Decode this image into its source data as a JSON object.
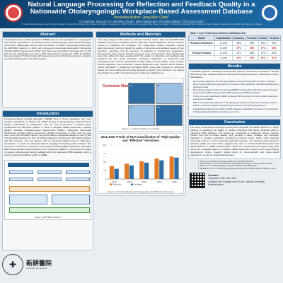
{
  "header": {
    "title_line1": "Natural Language Processing for Reflection and Feedback Quality in a",
    "title_line2": "Nationwide Otolaryngologic Workplace-Based Assessment Database",
    "presenter": "Presenter Author: Jeng-Wen Chen*",
    "coauthors": "Co-Authors: Hai-Lun Tu¹, Ke-Hsin Chuan¹, Wei-Chung Hsu², Po-Chun Wang², Chi-Chao Chao³",
    "affiliations": "1. Taiwan Otolaryngology Head and Neck Surgery, Cardinal Tien Hospital, New Taipei City, Taiwan 2. Department of ENT, Cardinal Tien Hospital, New Taipei City, Taiwan 3. Professor at National Yunlin University, Taipei, Taiwan 4. Department of Health, New Taipei City, Taiwan"
  },
  "abstract": {
    "title": "Abstract",
    "text": "Competency-based medical education (CBME) aims to train specialists in a way aligned with societal expectations. The Taiwan Society of Otolaryngology Head and Neck Surgery (TSO-HNS), collaborating with the Joint Commission of Taiwan, successfully implemented the EMYWAP platform in 2021 and commenced nationwide Entrustable Professional Activities (EPAs) assessment in 2022. Over three years the platform amassed over 37,000 EPA records. Specifically, from July 1, 2021 (pilot phase) to August 31, 2025, the platform has accumulated 37,333 formative EPA assessments from 33 training programs, involving over 410 clinical teachers and 292 residents."
  },
  "introduction": {
    "title": "Introduction",
    "text": "Competency-Based Medical Education (CBME) aims to foster specialists who meet societal expectations. In Taiwan, the Taiwan Society of Otolaryngology Head and Neck Surgery (TSO-HNS), in collaboration with the Joint Commission of Taiwan (JCT), implemented the EMYWAP platform in 2021 to integrate CBME frameworks, enabling digitally traceable workplace-based assessments (WBAs). Nationwide Entrustable Professional Activities (EPAs) assessment officially commenced in 2022. Over the past three years, the EMYWAP platform has accumulated a substantial dataset of over 37,000 formative EPA assessments from 33 training programs, involving over 410 clinical teachers and 292 residents. This rich dataset, with its structured digital format for EPA-based interactions, is crucial for advanced Natural Language Processing (NLP) analysis. This study aims to assess the accuracy of NLP platform featuring BERT algorithms, specifically Bidirectional Encoder Representations from Transformers (BERT), in assessing the quality of resident reflections and faculty feedback within the nationwide WBA database, which is vital for enhancing feedback quality in CBME.",
    "figure_caption": "Figure 1. EMYWAP platform"
  },
  "logos": {
    "institution_glyph": "✚",
    "institution_name": "新耕醫院",
    "institution_sub": "Cardinal Tien Hospital"
  },
  "methods": {
    "title": "Methods and Materials",
    "text": "This study analyzed 300 randomly selected narrative entries from the EMYWAP EPA database, focusing on workplace context, EPA titles, clinical diagnoses, and the narrative content of reflections and feedback. Two independent medical education experts performed expert coding to classify the quality of reflections and feedback based on their relevance, specificity, and the presence of reflection or improvement suggestions. Discrepancies were resolved through consensus or by a third reviewer. The selected data were then utilized for deep learning NLP. The quality of reflections and feedback was classified into four levels (reflective, 'mediocre,' 'ineffective,' or 'irrelevant') and subsequently into a binary classification of 'high quality' and 'low quality'. Three machine learning algorithms were compared: Logistic Regression (LR), Support Vector Machine (SVM), and BERT. A multilingual pre-trained BERT model was employed to effectively handle the mixed medical and everyday language prevalent in the narratives. The dataset was divided into a 240-entry training set and a 60-entry validation set.",
    "fig2_label": "Confusion Matrix for 3 Models",
    "fig2_caption": "Figure 2. Confusion Matrix for 3 Models",
    "matrix_cells": [
      "TP",
      "FP",
      "FN",
      "TN"
    ]
  },
  "chart_data": [
    {
      "type": "bar",
      "title": "2021-2025 Trends of NLP Classification of \"High-Quality\" and \"Effective\" Narratives",
      "categories": [
        "2021",
        "2022",
        "2023",
        "2024",
        "2025"
      ],
      "series": [
        {
          "name": "Reflection",
          "values": [
            38,
            45,
            52,
            60,
            66
          ]
        },
        {
          "name": "Feedback",
          "values": [
            30,
            40,
            48,
            55,
            63
          ]
        }
      ],
      "ylim": [
        0,
        100
      ],
      "caption": "Figure 3. NLP Classification of \"High-quality\" and \"Effective\" Narratives",
      "colors": [
        "#e07b2a",
        "#2e6da4"
      ]
    }
  ],
  "results": {
    "title": "Results",
    "table_caption": "Table 1. Key Performance Metrics (Validation Set)",
    "table_headers": [
      "Model",
      "Classification",
      "Accuracy",
      "Precision",
      "Recall",
      "F1-Score"
    ],
    "table_rows": [
      [
        "Resident Reflections",
        "4 Level",
        "65%",
        "65%",
        "65%",
        "65%"
      ],
      [
        "",
        "2 Level",
        "87%",
        "86%",
        "87%",
        "86%"
      ],
      [
        "Faculty Feedback",
        "4 Level",
        "67%",
        "65%",
        "67%",
        "65%"
      ],
      [
        "",
        "2 Level",
        "91%",
        "93%",
        "91%",
        "91%"
      ]
    ],
    "text": "The BERT algorithm consistently demonstrated superior performance compared to LR and SVM across both resident reflections and faculty feedback narratives, particularly in binary classification.",
    "bullets": [
      "For resident reflections, the fine-tuned BERT model achieved 86% accuracy. Previous study reported 90% accuracy with 67% precision, 59% sensitivity, and 86% specificity in a two-level model.",
      "For faculty feedback quality, the two-level BERT model achieved 91% accuracy. Previous study reported 88% accuracy with 100% precision and 88% sensitivity.",
      "In the four-level classification, BERT achieved 65% accuracy for both resident reflections and faculty feedback.",
      "BERT was particularly effective in identifying low-quality and irrelevant narrative content, which is crucial for targeted feedback improvement and faculty development.",
      "Longitudinal analyses from 2021 to 2025 indicated a significant increase in the proportion of high-quality and effective narratives over time."
    ]
  },
  "conclusion": {
    "title": "Conclusion",
    "text": "This study demonstrates that deep learning NLP, especially the BERT algorithm, is highly effective in evaluating the quality of resident reflections and faculty feedback within a nationwide WBA database. The results are comparable to traditional machine learning models even with a limited dataset. NLP provides a faster, scalable, and consistent approach to narrative evaluation compared to manual review, which, while capturing contextual nuances, is time-consuming and labor-intensive. The observed improvement in narrative quality over time further suggests the value of structured EPA frameworks and digital platforms in CBME implementation. While not a replacement for expert rating, NLP serves as a valuable adjunct to enhance CBME assessment systems and support faculty development. Future research should focus on cross-specialty and cross-cultural applications, as well as multimodal integration."
  },
  "references": {
    "items": [
      "1. Chen, et al. J Taiwan Otolaryngol Head Neck Surg 2023;57:22-32.",
      "2. Sotto-Vasquez, A, et al. Use of Natural Language Processing in medical education. 2022.",
      "3. Ma TC, et al. Predicting quality of narrative feedback. Acad Med 2024.",
      "4. Spadafore M, et al. A natural language processing model to assess resident reflections. 2024."
    ]
  },
  "contact": {
    "label": "Contact",
    "name": "Jeng-Wen Chen, MD, MSc",
    "line1": "Cardinal Tien Hospital and Fu Jen Catholic University",
    "line2": "Email address"
  }
}
